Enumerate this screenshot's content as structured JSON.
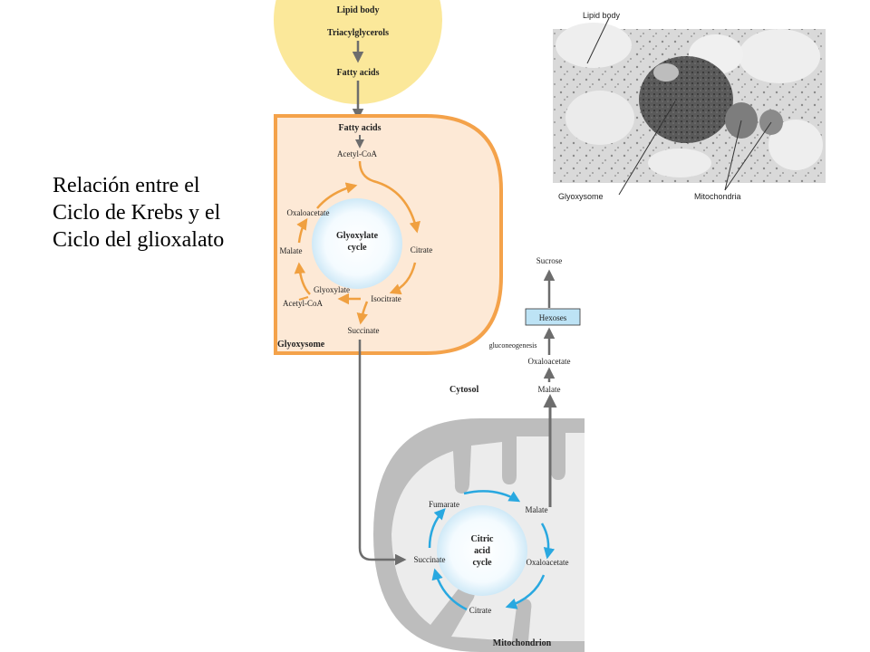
{
  "title": {
    "line1": "Relación entre el",
    "line2": "Ciclo de Krebs y el",
    "line3": "Ciclo del glioxalato"
  },
  "lipid_body": {
    "label": "Lipid body",
    "triacylglycerols": "Triacylglycerols",
    "fatty_acids": "Fatty acids"
  },
  "glyoxysome": {
    "label": "Glyoxysome",
    "fatty_acids": "Fatty acids",
    "acetyl_coa_in": "Acetyl-CoA",
    "cycle_line1": "Glyoxylate",
    "cycle_line2": "cycle",
    "oxaloacetate": "Oxaloacetate",
    "malate": "Malate",
    "citrate": "Citrate",
    "glyoxylate": "Glyoxylate",
    "isocitrate": "Isocitrate",
    "acetyl_coa_side": "Acetyl-CoA",
    "succinate": "Succinate"
  },
  "micrograph": {
    "lipid_body": "Lipid body",
    "glyoxysome": "Glyoxysome",
    "mitochondria": "Mitochondria"
  },
  "cytosol": {
    "label": "Cytosol",
    "sucrose": "Sucrose",
    "hexoses": "Hexoses",
    "gluconeogenesis": "gluconeogenesis",
    "oxaloacetate": "Oxaloacetate",
    "malate": "Malate"
  },
  "mitochondrion": {
    "label": "Mitochondrion",
    "cycle_line1": "Citric",
    "cycle_line2": "acid",
    "cycle_line3": "cycle",
    "fumarate": "Fumarate",
    "malate": "Malate",
    "succinate": "Succinate",
    "oxaloacetate": "Oxaloacetate",
    "citrate": "Citrate"
  },
  "colors": {
    "lipid": "#fbe89a",
    "glyoxysome_fill": "#fde9d6",
    "glyoxysome_border": "#f4a24a",
    "orange_arrow": "#f0a040",
    "blue_arrow": "#29a8e0",
    "mito_outer": "#bdbdbd",
    "mito_inner": "#ececec",
    "gray_arrow": "#6d6d6d",
    "hexoses_box": "#bde3f5"
  }
}
